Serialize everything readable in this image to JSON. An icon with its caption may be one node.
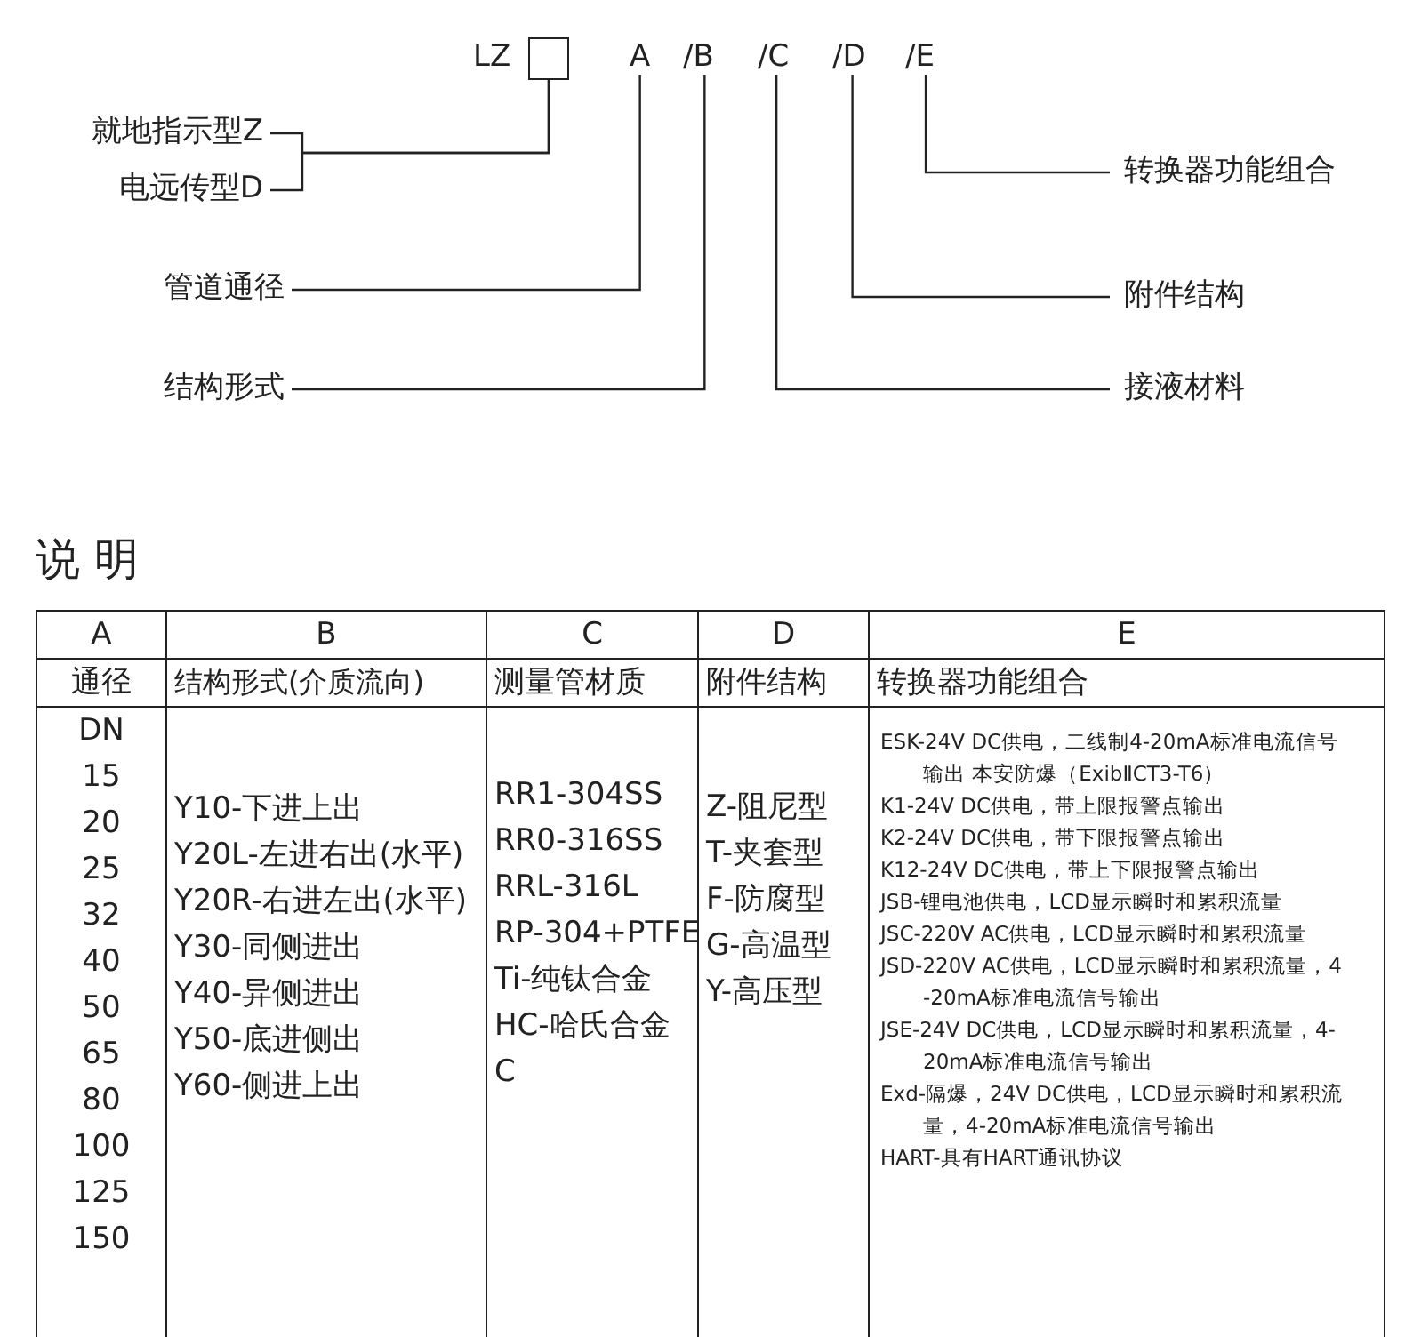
{
  "diagram": {
    "nodes": [
      {
        "text": [],
        "shape": "box"
      },
      {
        "text": [
          "A"
        ]
      },
      {
        "text": [
          "/B"
        ]
      },
      {
        "text": [
          "/C"
        ]
      },
      {
        "text": [
          "/D"
        ]
      },
      {
        "text": [
          "/E"
        ]
      },
      {
        "text": [
          "就地指示型Z"
        ]
      },
      {
        "text": [
          "电远传型D"
        ]
      },
      {
        "text": [
          "管道通径"
        ]
      },
      {
        "text": [
          "结构形式"
        ]
      },
      {
        "text": [
          "转换器功能组合"
        ]
      },
      {
        "text": [
          "附件结构"
        ]
      },
      {
        "text": [
          "接液材料"
        ]
      }
    ],
    "edges": [
      {
        "from": 6,
        "to": 0,
        "arrow": "none"
      },
      {
        "from": 7,
        "to": 0,
        "arrow": "none"
      },
      {
        "from": 8,
        "to": 1,
        "arrow": "none"
      },
      {
        "from": 9,
        "to": 2,
        "arrow": "none"
      },
      {
        "from": 12,
        "to": 3,
        "arrow": "none"
      },
      {
        "from": 11,
        "to": 4,
        "arrow": "none"
      },
      {
        "from": 10,
        "to": 5,
        "arrow": "none"
      }
    ],
    "labels": [
      "LZ",
      "说 明",
      "A",
      "B",
      "C",
      "D",
      "E",
      "通径",
      "结构形式(介质流向)",
      "测量管材质",
      "附件结构",
      "转换器功能组合",
      "DN",
      "15",
      "20",
      "25",
      "32",
      "40",
      "50",
      "65",
      "80",
      "100",
      "125",
      "150",
      "Y10-下进上出",
      "Y20L-左进右出(水平)",
      "Y20R-右进左出(水平)",
      "Y30-同侧进出",
      "Y40-异侧进出",
      "Y50-底进侧出",
      "Y60-侧进上出",
      "RR1-304SS",
      "RR0-316SS",
      "RRL-316L",
      "RP-304+PTFE",
      "Ti-纯钛合金",
      "HC-哈氏合金",
      "C",
      "Z-阻尼型",
      "T-夹套型",
      "F-防腐型",
      "G-高温型",
      "Y-高压型",
      "ESK-24V DC供电，二线制4-20mA标准电流信号输出 本安防爆（ExibⅡCT3-T6）",
      "K1-24V DC供电，带上限报警点输出",
      "K2-24V DC供电，带下限报警点输出",
      "K12-24V DC供电，带上下限报警点输出",
      "JSB-锂电池供电，LCD显示瞬时和累积流量",
      "JSC-220V AC供电，LCD显示瞬时和累积流量",
      "JSD-220V AC供电，LCD显示瞬时和累积流量，4-20mA标准电流信号输出",
      "JSE-24V DC供电，LCD显示瞬时和累积流量，4-20mA标准电流信号输出",
      "Exd-隔爆，24V DC供电，LCD显示瞬时和累积流量，4-20mA标准电流信号输出",
      "HART-具有HART通讯协议"
    ]
  }
}
